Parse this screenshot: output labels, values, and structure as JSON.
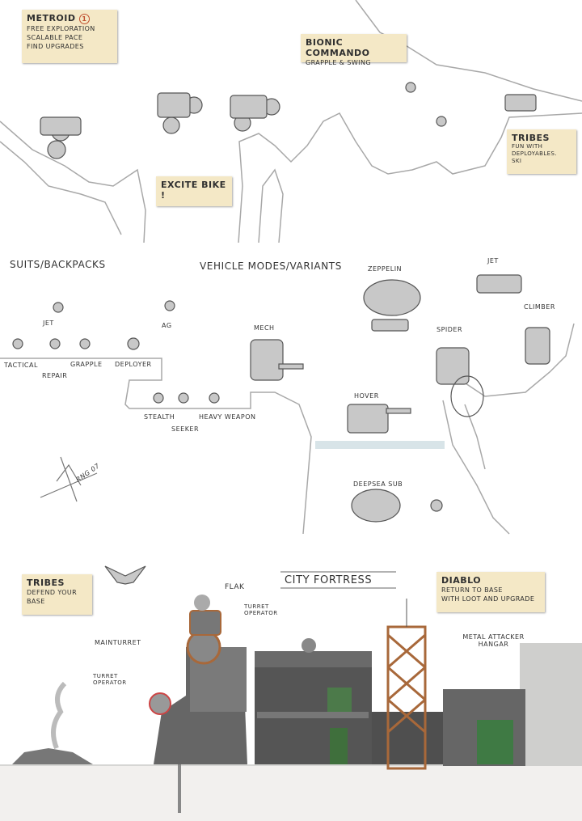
{
  "notes": {
    "metroid": {
      "title": "METROID",
      "number": "1",
      "lines": [
        "FREE EXPLORATION",
        "SCALABLE PACE",
        "FIND UPGRADES"
      ]
    },
    "bionic": {
      "title": "BIONIC COMMANDO",
      "lines": [
        "GRAPPLE & SWING"
      ]
    },
    "excite": {
      "title": "EXCITE BIKE",
      "lines": [
        "!"
      ]
    },
    "tribes_top": {
      "title": "TRIBES",
      "lines": [
        "FUN WITH",
        "DEPLOYABLES.",
        "SKI"
      ]
    },
    "tribes_bottom": {
      "title": "TRIBES",
      "lines": [
        "DEFEND YOUR",
        "BASE"
      ]
    },
    "diablo": {
      "title": "DIABLO",
      "lines": [
        "RETURN TO BASE",
        "WITH LOOT AND UPGRADE"
      ]
    }
  },
  "suits": {
    "heading": "SUITS/BACKPACKS",
    "items": [
      "JET",
      "AG",
      "TACTICAL",
      "REPAIR",
      "GRAPPLE",
      "DEPLOYER",
      "STEALTH",
      "SEEKER",
      "HEAVY WEAPON"
    ]
  },
  "vehicles": {
    "heading": "VEHICLE MODES/VARIANTS",
    "items": [
      "ZEPPELIN",
      "JET",
      "CLIMBER",
      "SPIDER",
      "MECH",
      "HOVER",
      "DEEPSEA SUB"
    ]
  },
  "signature": "RNG 07",
  "fortress": {
    "title": "CITY FORTRESS",
    "labels": [
      "FLAK",
      "TURRET OPERATOR",
      "MAINTURRET",
      "TURRET OPERATOR",
      "METAL ATTACKER HANGAR"
    ]
  },
  "colors": {
    "note": "#f4e8c6",
    "sketch": "#9a9a9a",
    "building": "#5e5e5e",
    "rust": "#a8683a"
  }
}
